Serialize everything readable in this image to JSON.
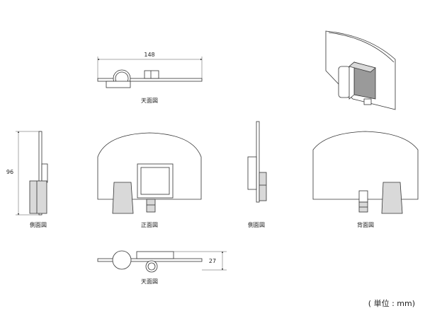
{
  "views": {
    "top_view": {
      "caption": "天面図",
      "dimension": "148"
    },
    "side_view_left": {
      "caption": "側面図",
      "dimension": "96"
    },
    "front_view": {
      "caption": "正面図"
    },
    "side_view_right": {
      "caption": "側面図"
    },
    "back_view": {
      "caption": "背面図"
    },
    "bottom_top_view": {
      "caption": "天面図",
      "dimension": "27"
    }
  },
  "unit_note": "( 単位 : mm)"
}
